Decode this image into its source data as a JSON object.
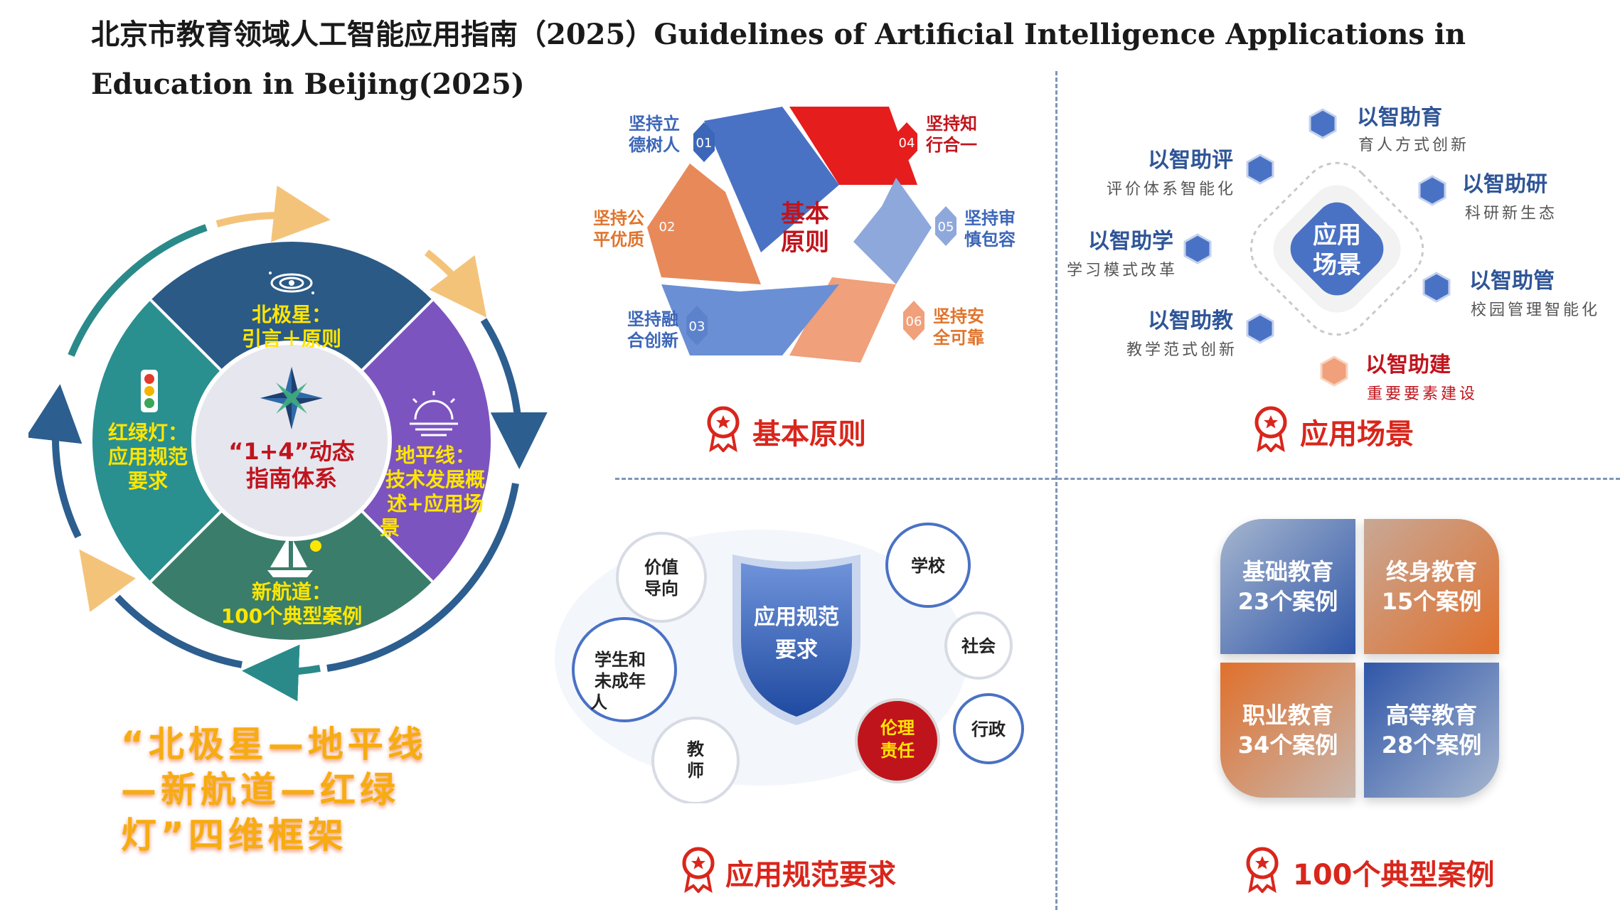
{
  "title": "北京市教育领域人工智能应用指南（2025）Guidelines of Artificial Intelligence Applications in Education in Beijing(2025)",
  "framework": {
    "center": [
      "“1+4”动态",
      "指南体系"
    ],
    "north": [
      "北极星：",
      "引言＋原则"
    ],
    "horizon": [
      "地平线：",
      "技术发展概",
      "述+应用场",
      "景"
    ],
    "channel": [
      "新航道：",
      "100个典型案例"
    ],
    "traffic": [
      "红绿灯：",
      "应用规范",
      "要求"
    ],
    "slogan": "“北极星—地平线—新航道—红绿灯”四维框架"
  },
  "principles": {
    "center": [
      "基本",
      "原则"
    ],
    "items": [
      {
        "num": "01",
        "text": [
          "坚持立",
          "德树人"
        ]
      },
      {
        "num": "02",
        "text": [
          "坚持公",
          "平优质"
        ]
      },
      {
        "num": "03",
        "text": [
          "坚持融",
          "合创新"
        ]
      },
      {
        "num": "04",
        "text": [
          "坚持知",
          "行合一"
        ]
      },
      {
        "num": "05",
        "text": [
          "坚持审",
          "慎包容"
        ]
      },
      {
        "num": "06",
        "text": [
          "坚持安",
          "全可靠"
        ]
      }
    ],
    "footer": "基本原则"
  },
  "scenarios": {
    "center": [
      "应用",
      "场景"
    ],
    "items": [
      {
        "title": "以智助育",
        "sub": "育人方式创新"
      },
      {
        "title": "以智助评",
        "sub": "评价体系智能化"
      },
      {
        "title": "以智助研",
        "sub": "科研新生态"
      },
      {
        "title": "以智助学",
        "sub": "学习模式改革"
      },
      {
        "title": "以智助管",
        "sub": "校园管理智能化"
      },
      {
        "title": "以智助教",
        "sub": "教学范式创新"
      },
      {
        "title": "以智助建",
        "sub": "重要要素建设"
      }
    ],
    "footer": "应用场景"
  },
  "norms": {
    "shield": [
      "应用规范",
      "要求"
    ],
    "bubbles": {
      "value": [
        "价值",
        "导向"
      ],
      "student": [
        "学生和",
        "未成年",
        "人"
      ],
      "teacher": [
        "教",
        "师"
      ],
      "school": "学校",
      "society": "社会",
      "admin": "行政",
      "ethics": [
        "伦理",
        "责任"
      ]
    },
    "footer": "应用规范要求"
  },
  "cases": {
    "items": [
      {
        "name": "基础教育",
        "count": "23个案例"
      },
      {
        "name": "终身教育",
        "count": "15个案例"
      },
      {
        "name": "职业教育",
        "count": "34个案例"
      },
      {
        "name": "高等教育",
        "count": "28个案例"
      }
    ],
    "footer": "100个典型案例"
  },
  "colors": {
    "north": "#2b5a86",
    "horizon": "#7c54bf",
    "channel": "#3a7d6a",
    "traffic": "#2a8f8f",
    "label_yellow": "#ffe600",
    "accent_red": "#d9261c",
    "blue": "#4a72c4",
    "orange": "#e8895a"
  }
}
